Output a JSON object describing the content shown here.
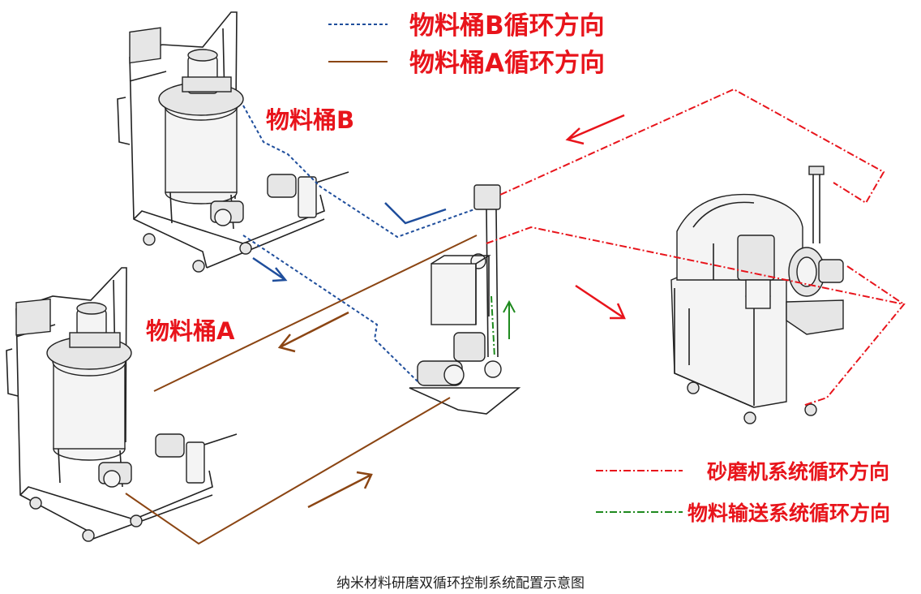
{
  "legend_top": {
    "items": [
      {
        "label": "物料桶B循环方向",
        "color": "#1f4e9c",
        "style": "dotted"
      },
      {
        "label": "物料桶A循环方向",
        "color": "#8b4513",
        "style": "solid"
      }
    ]
  },
  "legend_bottom": {
    "items": [
      {
        "label": "砂磨机系统循环方向",
        "color": "#e8141b",
        "style": "dash-dot"
      },
      {
        "label": "物料输送系统循环方向",
        "color": "#1e8a1e",
        "style": "dash-dot"
      }
    ]
  },
  "equipment_labels": {
    "tank_b": "物料桶B",
    "tank_a": "物料桶A"
  },
  "caption": "纳米材料研磨双循环控制系统配置示意图",
  "colors": {
    "red": "#e8141b",
    "blue": "#1f4e9c",
    "brown": "#8b4513",
    "green": "#1e8a1e"
  }
}
